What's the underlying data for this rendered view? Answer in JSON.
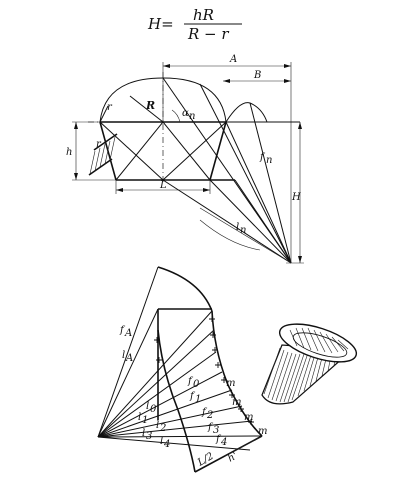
{
  "formula": {
    "lhs": "H=",
    "numerator": "hR",
    "denominator": "R − r"
  },
  "top_labels": {
    "A": "A",
    "B": "B",
    "r": "r",
    "R": "R",
    "alpha": "α",
    "alpha_sub": "n",
    "h": "h",
    "L": "L",
    "f": "f",
    "f_sub": "n",
    "l": "l",
    "l_sub": "n",
    "H": "H",
    "r_side": "r"
  },
  "bottom_labels": {
    "fA": "f",
    "fA_sub": "A",
    "lA": "l",
    "lA_sub": "A",
    "f0": "f",
    "f0_sub": "0",
    "f1": "f",
    "f1_sub": "1",
    "f2": "f",
    "f2_sub": "2",
    "f3": "f",
    "f3_sub": "3",
    "f4": "f",
    "f4_sub": "4",
    "l0": "l",
    "l0_sub": "0",
    "l1": "l",
    "l1_sub": "1",
    "l2": "l",
    "l2_sub": "2",
    "l3": "l",
    "l3_sub": "3",
    "l4": "l",
    "l4_sub": "4",
    "m": "m",
    "L2": "L/2",
    "h_prime": "h'"
  }
}
